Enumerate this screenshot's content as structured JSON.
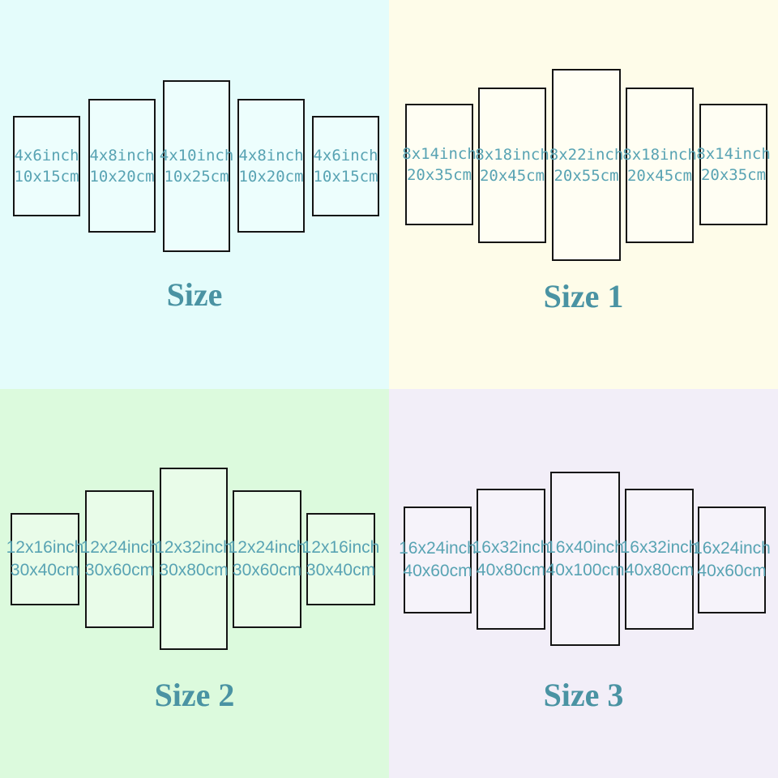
{
  "colors": {
    "border": "#141414",
    "label": "#58a3b3",
    "title": "#4a93a3"
  },
  "quadrants": [
    {
      "title": "Size",
      "background": "#e4fcfb",
      "panel_fill": "#edfefd",
      "panels": [
        {
          "inch": "4x6inch",
          "cm": "10x15cm"
        },
        {
          "inch": "4x8inch",
          "cm": "10x20cm"
        },
        {
          "inch": "4x10inch",
          "cm": "10x25cm"
        },
        {
          "inch": "4x8inch",
          "cm": "10x20cm"
        },
        {
          "inch": "4x6inch",
          "cm": "10x15cm"
        }
      ]
    },
    {
      "title": "Size 1",
      "background": "#fefce9",
      "panel_fill": "#fffef3",
      "panels": [
        {
          "inch": "8x14inch",
          "cm": "20x35cm"
        },
        {
          "inch": "8x18inch",
          "cm": "20x45cm"
        },
        {
          "inch": "8x22inch",
          "cm": "20x55cm"
        },
        {
          "inch": "8x18inch",
          "cm": "20x45cm"
        },
        {
          "inch": "8x14inch",
          "cm": "20x35cm"
        }
      ]
    },
    {
      "title": "Size 2",
      "background": "#dcfadd",
      "panel_fill": "#e9fce9",
      "panels": [
        {
          "inch": "12x16inch",
          "cm": "30x40cm"
        },
        {
          "inch": "12x24inch",
          "cm": "30x60cm"
        },
        {
          "inch": "12x32inch",
          "cm": "30x80cm"
        },
        {
          "inch": "12x24inch",
          "cm": "30x60cm"
        },
        {
          "inch": "12x16inch",
          "cm": "30x40cm"
        }
      ]
    },
    {
      "title": "Size 3",
      "background": "#f2eef8",
      "panel_fill": "#f6f3fa",
      "panels": [
        {
          "inch": "16x24inch",
          "cm": "40x60cm"
        },
        {
          "inch": "16x32inch",
          "cm": "40x80cm"
        },
        {
          "inch": "16x40inch",
          "cm": "40x100cm"
        },
        {
          "inch": "16x32inch",
          "cm": "40x80cm"
        },
        {
          "inch": "16x24inch",
          "cm": "40x60cm"
        }
      ]
    }
  ]
}
